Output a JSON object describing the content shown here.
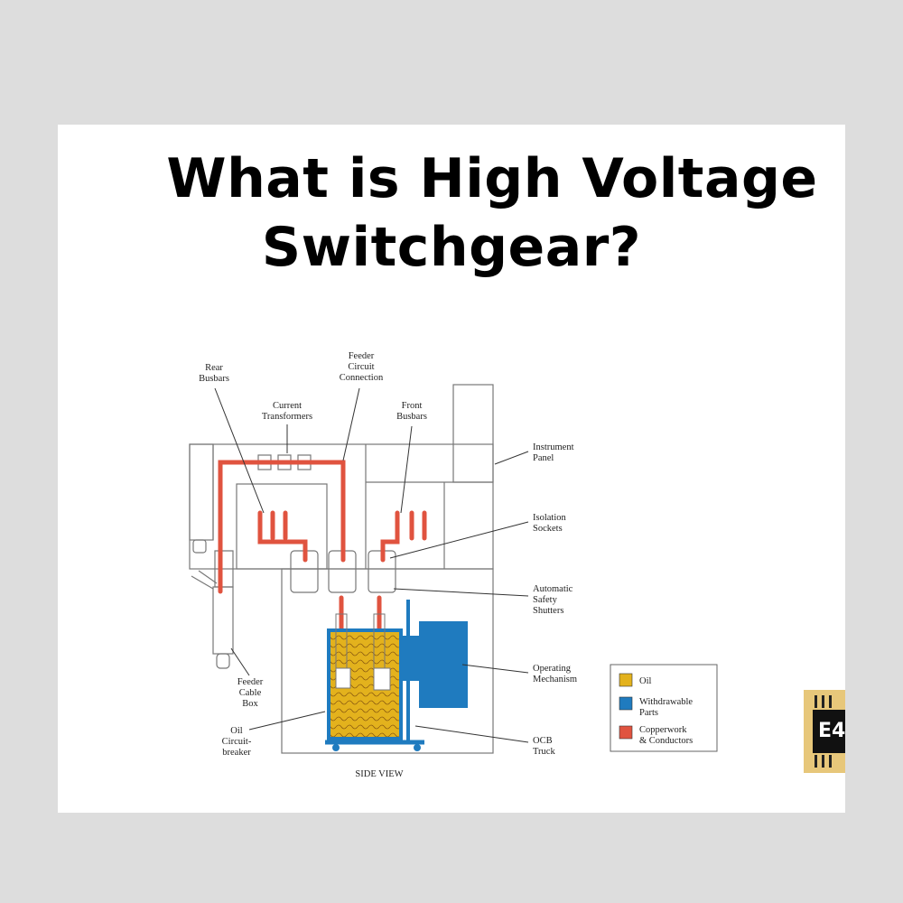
{
  "title": {
    "line1": "What is High Voltage",
    "line2": "Switchgear?"
  },
  "labels": {
    "rear_busbars": [
      "Rear",
      "Busbars"
    ],
    "current_transformers": [
      "Current",
      "Transformers"
    ],
    "feeder_circuit_connection": [
      "Feeder",
      "Circuit",
      "Connection"
    ],
    "front_busbars": [
      "Front",
      "Busbars"
    ],
    "instrument_panel": [
      "Instrument",
      "Panel"
    ],
    "isolation_sockets": [
      "Isolation",
      "Sockets"
    ],
    "automatic_safety_shutters": [
      "Automatic",
      "Safety",
      "Shutters"
    ],
    "operating_mechanism": [
      "Operating",
      "Mechanism"
    ],
    "ocb_truck": [
      "OCB",
      "Truck"
    ],
    "feeder_cable_box": [
      "Feeder",
      "Cable",
      "Box"
    ],
    "oil_circuit_breaker": [
      "Oil",
      "Circuit-",
      "breaker"
    ],
    "side_view": "SIDE VIEW"
  },
  "legend": [
    {
      "lines": [
        "Oil"
      ],
      "color": "#e3b21d"
    },
    {
      "lines": [
        "Withdrawable",
        "Parts"
      ],
      "color": "#1f7bbf"
    },
    {
      "lines": [
        "Copperwork",
        "& Conductors"
      ],
      "color": "#e0533f"
    }
  ],
  "badge": {
    "text": "E4"
  },
  "colors": {
    "oil": "#e3b21d",
    "withdrawable": "#1f7bbf",
    "copper": "#e0533f"
  }
}
